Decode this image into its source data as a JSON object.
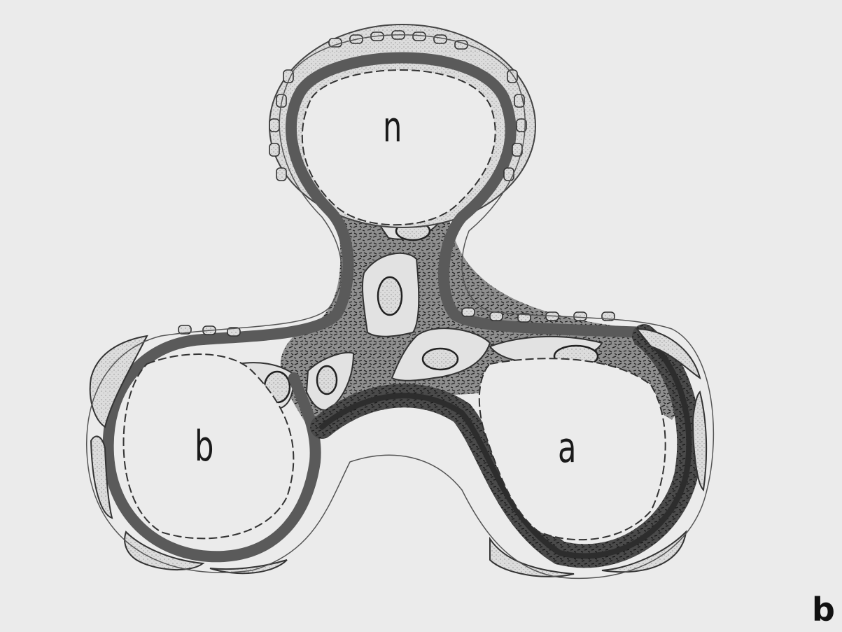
{
  "figure": {
    "panel_letter": "b",
    "lumen_labels": {
      "n": "n",
      "b": "b",
      "a": "a"
    }
  },
  "colors": {
    "background": "#ebebeb",
    "membrane": "#5a5a5a",
    "cell_fill": "#d9d9d9",
    "outline": "#333333",
    "matrix": "#3a3a3a"
  }
}
